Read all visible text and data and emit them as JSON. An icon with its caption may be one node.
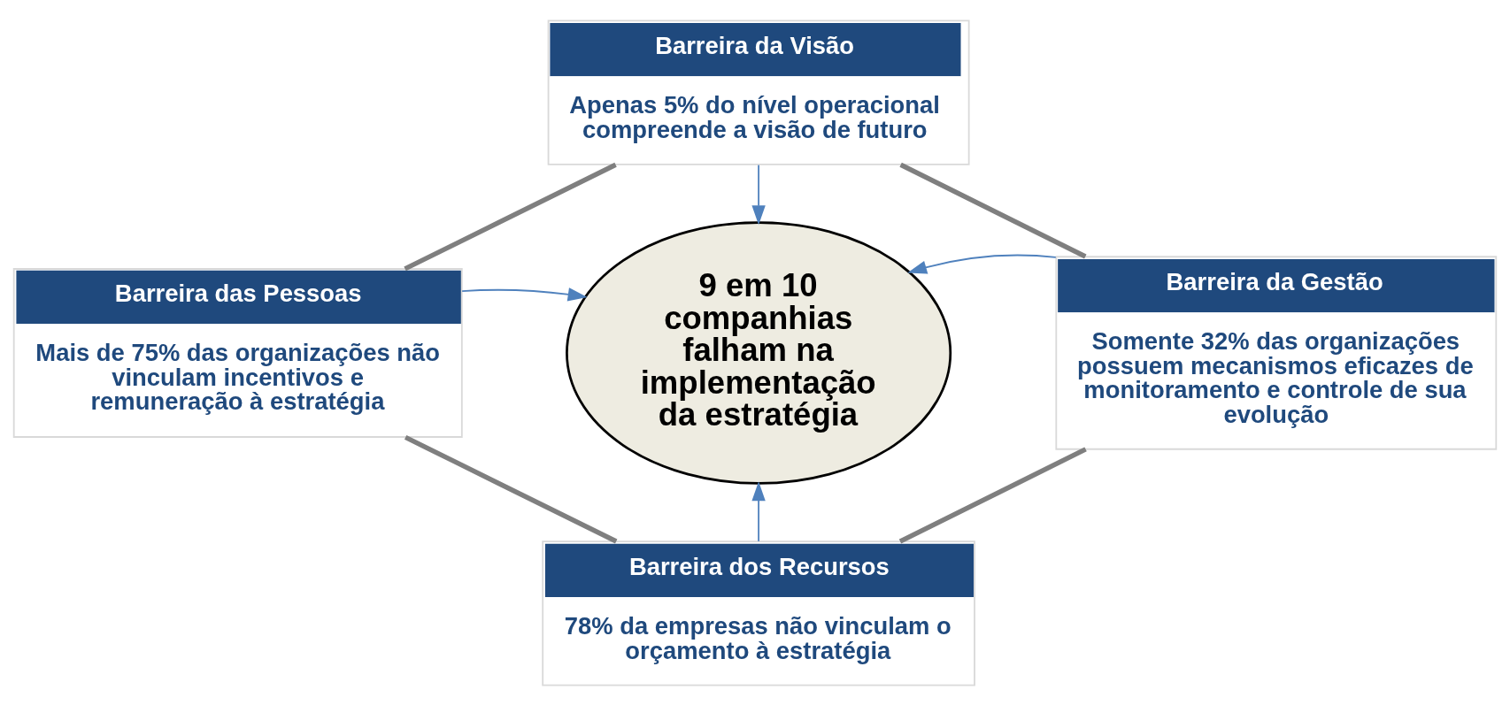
{
  "diagram": {
    "nodes": [
      {
        "text": [
          "Barreira da Visão",
          "Apenas 5% do nível operacional compreende a visão de futuro"
        ]
      },
      {
        "text": [
          "Barreira das Pessoas",
          "Mais de 75% das organizações não vinculam incentivos e remuneração à estratégia"
        ]
      },
      {
        "text": [
          "9 em 10 companhias falham na implementação da estratégia"
        ]
      },
      {
        "text": [
          "Barreira da Gestão",
          "Somente 32% das organizações possuem mecanismos eficazes de monitoramento e controle de sua evolução"
        ]
      },
      {
        "text": [
          "Barreira dos Recursos",
          "78% da empresas não vinculam o orçamento à estratégia"
        ]
      }
    ],
    "edges": [
      {
        "from": 0,
        "to": 2,
        "arrow": "to",
        "color": "#4f81bd"
      },
      {
        "from": 1,
        "to": 2,
        "arrow": "to",
        "color": "#4f81bd"
      },
      {
        "from": 3,
        "to": 2,
        "arrow": "to",
        "color": "#4f81bd"
      },
      {
        "from": 4,
        "to": 2,
        "arrow": "to",
        "color": "#4f81bd"
      },
      {
        "from": 0,
        "to": 1,
        "arrow": "none",
        "style": "thick",
        "color": "#7f7f7f"
      },
      {
        "from": 0,
        "to": 3,
        "arrow": "none",
        "style": "thick",
        "color": "#7f7f7f"
      },
      {
        "from": 1,
        "to": 4,
        "arrow": "none",
        "style": "thick",
        "color": "#7f7f7f"
      },
      {
        "from": 3,
        "to": 4,
        "arrow": "none",
        "style": "thick",
        "color": "#7f7f7f"
      }
    ]
  }
}
